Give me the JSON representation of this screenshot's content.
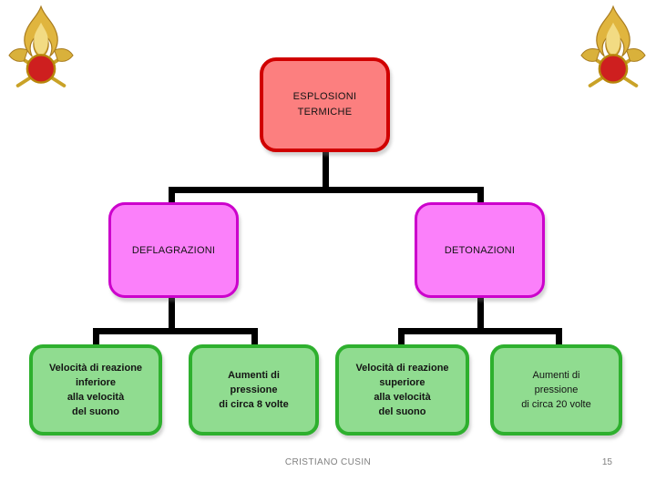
{
  "diagram": {
    "root": {
      "lines": [
        "ESPLOSIONI",
        "TERMICHE"
      ]
    },
    "branches": [
      {
        "label": "DEFLAGRAZIONI",
        "leaves": [
          {
            "lines": [
              "Velocità di reazione",
              "inferiore",
              "alla velocità",
              "del suono"
            ]
          },
          {
            "lines": [
              "Aumenti di",
              "pressione",
              "di circa 8 volte"
            ]
          }
        ]
      },
      {
        "label": "DETONAZIONI",
        "leaves": [
          {
            "lines": [
              "Velocità di reazione",
              "superiore",
              "alla velocità",
              "del suono"
            ]
          },
          {
            "lines": [
              "Aumenti di",
              "pressione",
              "di circa 20 volte"
            ]
          }
        ]
      }
    ]
  },
  "footer": {
    "author": "CRISTIANO CUSIN",
    "page_number": "15"
  },
  "logo": {
    "name": "vigili-del-fuoco-flame-emblem"
  },
  "colors": {
    "root_fill": "#FC7F7F",
    "root_border": "#D00000",
    "branch_fill": "#FB80FA",
    "branch_border": "#CC00CC",
    "leaf_fill": "#90DC90",
    "leaf_border": "#2EB02E",
    "connector": "#000000",
    "footer_text": "#808080",
    "emblem_gold": "#D9B13B",
    "emblem_red": "#CE1F1F"
  }
}
